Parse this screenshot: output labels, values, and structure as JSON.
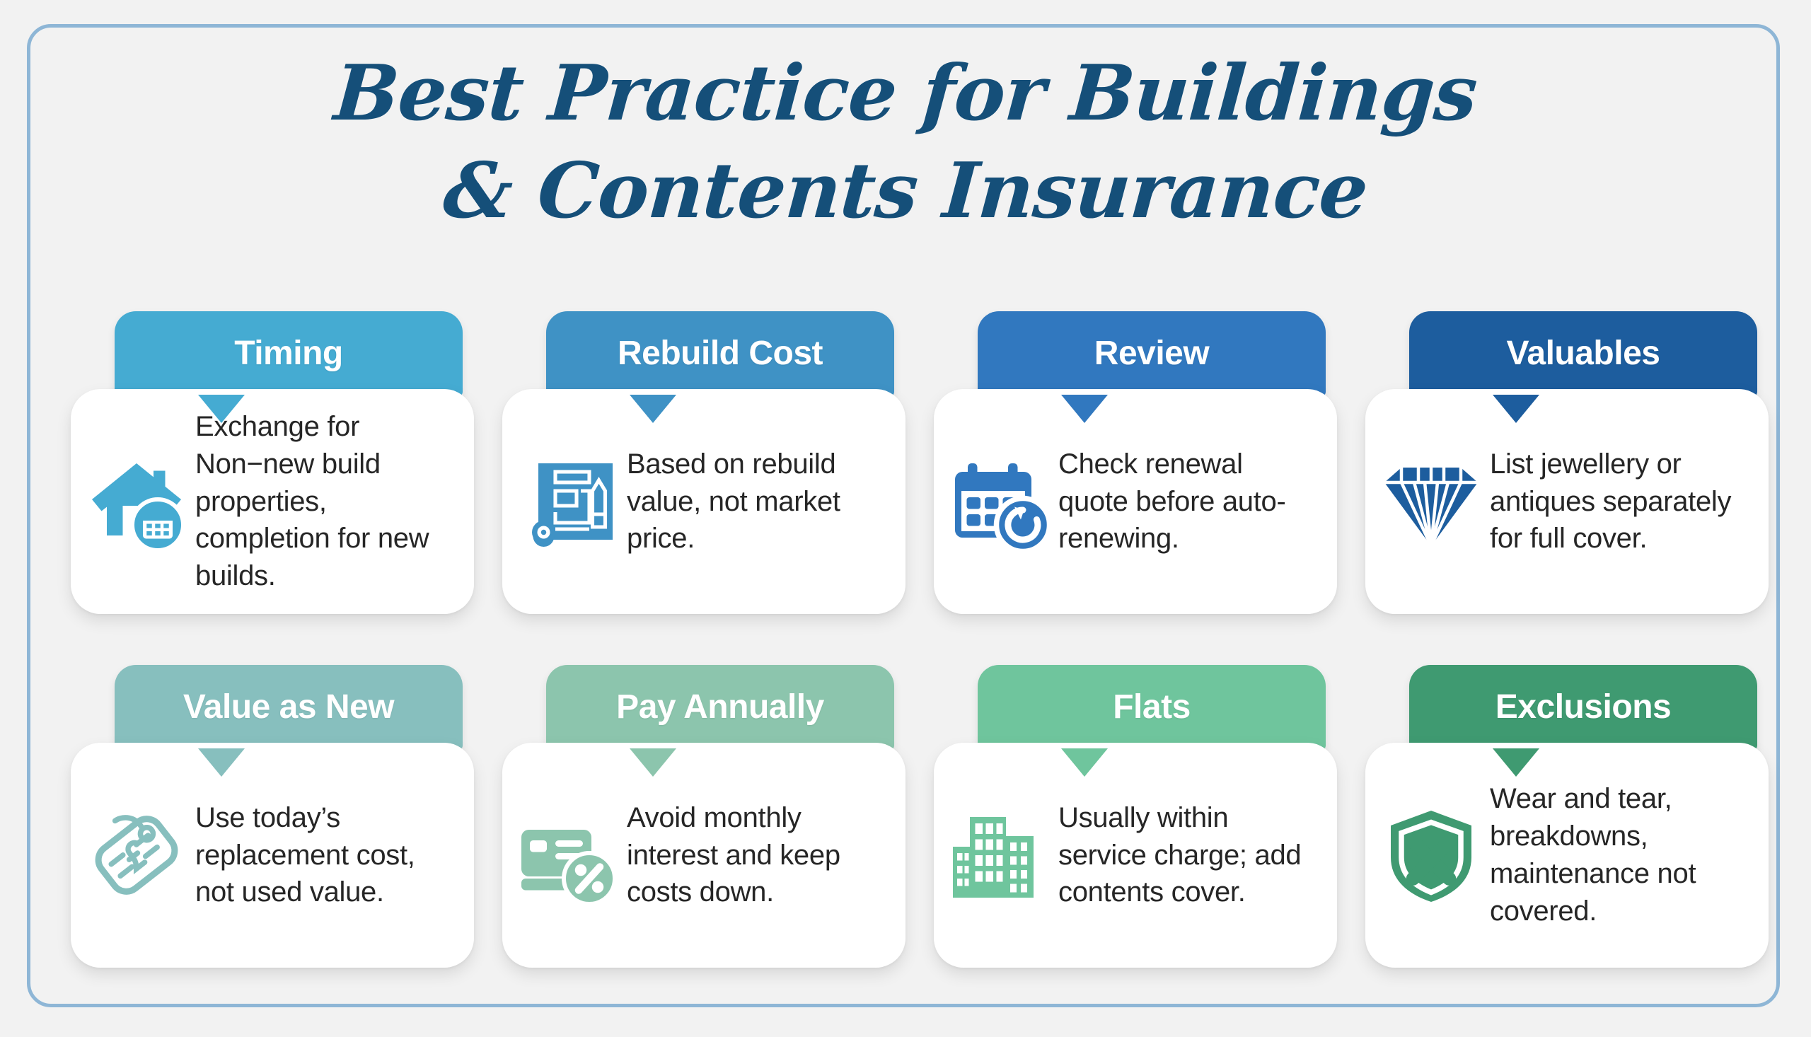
{
  "theme": {
    "background": "#f2f2f2",
    "frame_border_color": "#8eb6d6",
    "title_color": "#154f79",
    "body_text_color": "#262626",
    "card_background": "#ffffff"
  },
  "title": {
    "line1": "Best Practice for Buildings",
    "line2": "& Contents Insurance"
  },
  "cards": [
    {
      "id": "timing",
      "label": "Timing",
      "text": "Exchange for Non−new build properties, completion for new builds.",
      "icon": "house-calendar-icon",
      "color": "#45abd2"
    },
    {
      "id": "rebuild-cost",
      "label": "Rebuild Cost",
      "text": "Based on rebuild value, not market price.",
      "icon": "blueprint-pencil-icon",
      "color": "#3f92c5"
    },
    {
      "id": "review",
      "label": "Review",
      "text": "Check renewal quote before auto-renewing.",
      "icon": "calendar-refresh-icon",
      "color": "#3178bf"
    },
    {
      "id": "valuables",
      "label": "Valuables",
      "text": "List jewellery or antiques separately for full cover.",
      "icon": "diamond-icon",
      "color": "#1d5d9e"
    },
    {
      "id": "value-as-new",
      "label": "Value as New",
      "text": "Use today’s replacement cost, not used value.",
      "icon": "price-tag-pound-icon",
      "color": "#87bfbe"
    },
    {
      "id": "pay-annually",
      "label": "Pay Annually",
      "text": "Avoid monthly interest and keep costs down.",
      "icon": "credit-card-percent-icon",
      "color": "#8cc5ad"
    },
    {
      "id": "flats",
      "label": "Flats",
      "text": "Usually within service charge; add contents cover.",
      "icon": "apartment-buildings-icon",
      "color": "#6fc59d"
    },
    {
      "id": "exclusions",
      "label": "Exclusions",
      "text": "Wear and tear, breakdowns, maintenance not covered.",
      "icon": "shield-x-icon",
      "color": "#3f9a71"
    }
  ]
}
